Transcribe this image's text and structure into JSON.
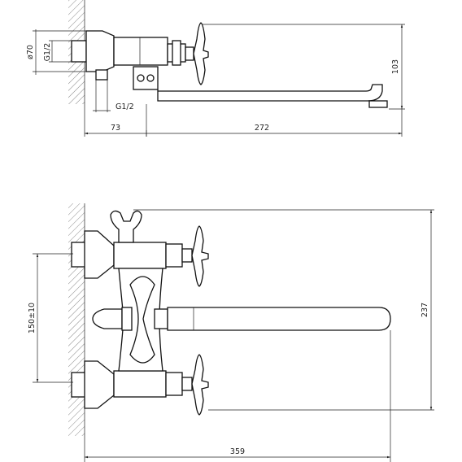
{
  "top_view": {
    "dims": {
      "diameter": "ø70",
      "thread_inlet": "G1/2",
      "thread_outlet": "G1/2",
      "offset": "73",
      "spout_length": "272",
      "height": "103"
    }
  },
  "front_view": {
    "dims": {
      "center_distance": "150±10",
      "total_height": "237",
      "total_width": "359"
    }
  }
}
